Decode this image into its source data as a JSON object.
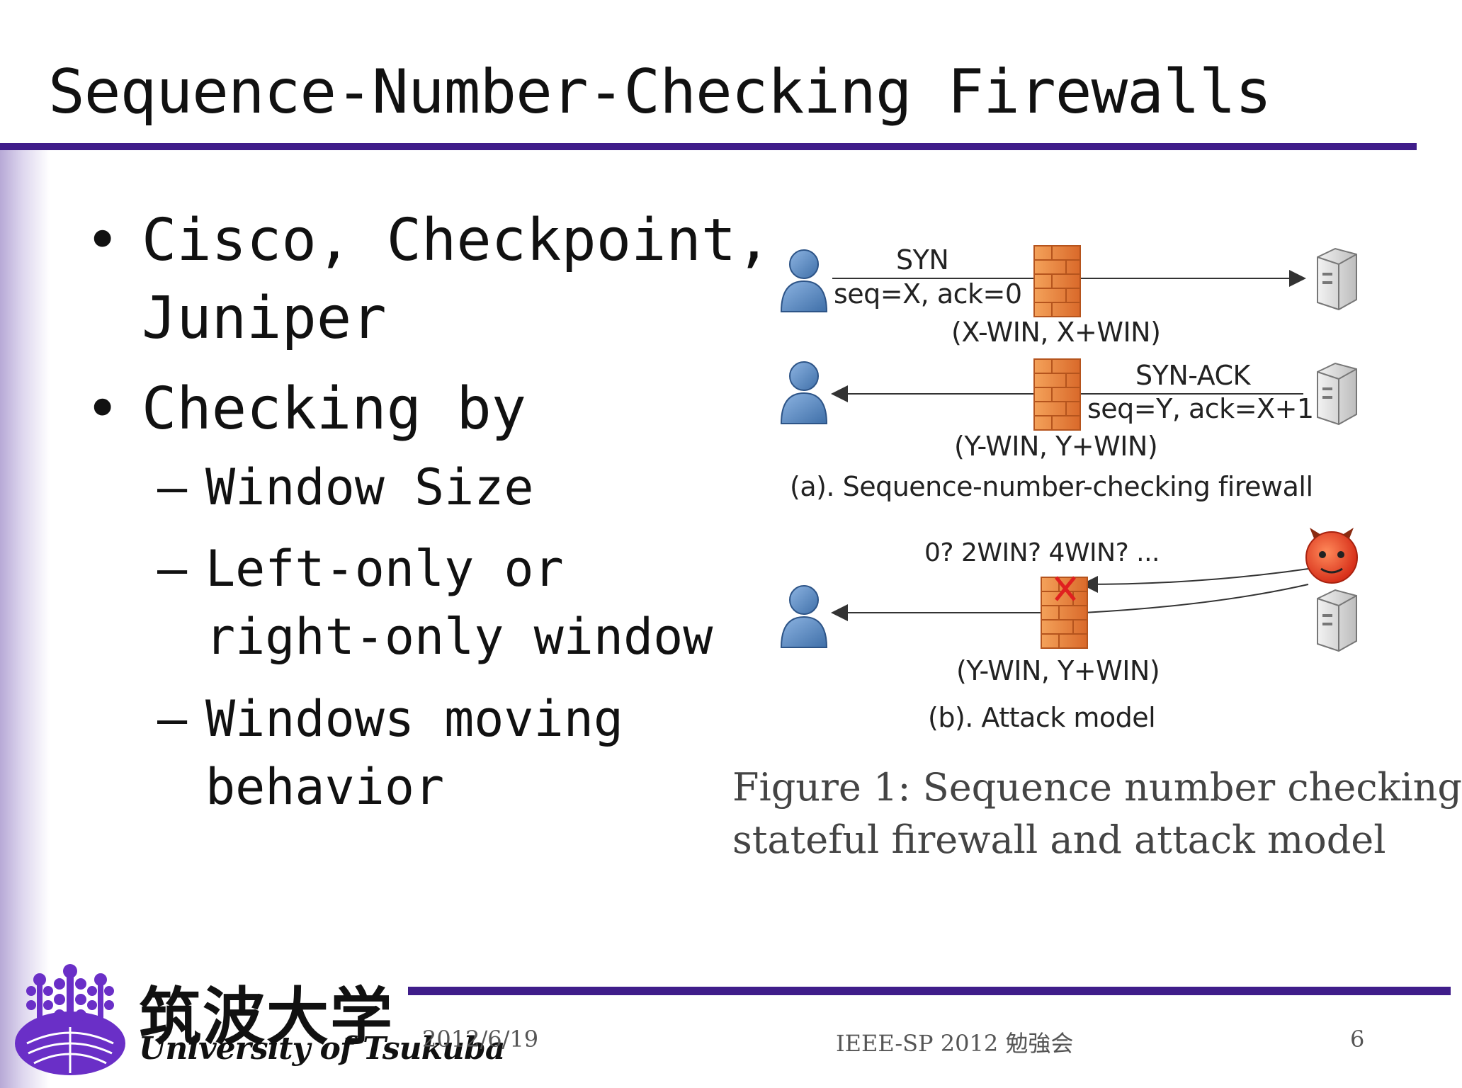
{
  "slide": {
    "title": "Sequence-Number-Checking Firewalls",
    "bullets": [
      {
        "text": "Cisco,  Checkpoint,",
        "cont": "Juniper"
      },
      {
        "text": "Checking by"
      }
    ],
    "sub_bullets": [
      {
        "line1": "Window Size",
        "line2": ""
      },
      {
        "line1": "Left-only or",
        "line2": "right-only window"
      },
      {
        "line1": "Windows moving",
        "line2": "behavior"
      }
    ],
    "bullet_symbol": "•",
    "dash_symbol": "–"
  },
  "figure": {
    "a": {
      "syn": "SYN",
      "syn_seq": "seq=X, ack=0",
      "syn_window": "(X-WIN, X+WIN)",
      "synack": "SYN-ACK",
      "synack_seq": "seq=Y, ack=X+1",
      "synack_window": "(Y-WIN, Y+WIN)",
      "caption": "(a). Sequence-number-checking firewall"
    },
    "b": {
      "probe": "0?  2WIN?  4WIN? ...",
      "window": "(Y-WIN, Y+WIN)",
      "caption": "(b). Attack model"
    },
    "caption_line1": "Figure 1: Sequence number checking",
    "caption_line2": "stateful firewall and attack model",
    "icons": [
      "user-icon",
      "firewall-icon",
      "server-icon",
      "attacker-icon",
      "blocked-x-icon"
    ],
    "colors": {
      "user": "#5b8ac2",
      "firewall": "#e8833a",
      "server": "#d8d8d8",
      "attacker": "#e8452a"
    }
  },
  "footer": {
    "university_jp": "筑波大学",
    "university_en": "University of Tsukuba",
    "date": "2012/6/19",
    "event": "IEEE-SP 2012 勉強会",
    "page": "6",
    "accent": "#3f1d8a"
  }
}
